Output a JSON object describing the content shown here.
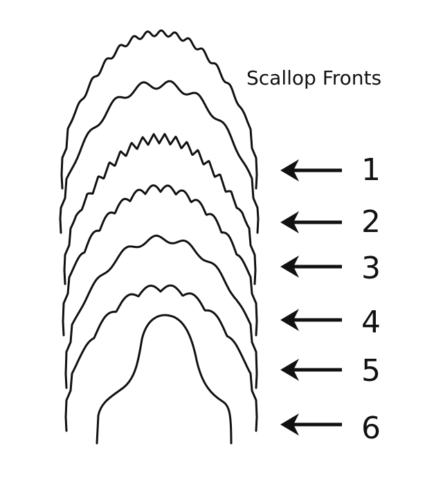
{
  "title": "Scallop Fronts",
  "fronts": [
    {
      "label": "1"
    },
    {
      "label": "2"
    },
    {
      "label": "3"
    },
    {
      "label": "4"
    },
    {
      "label": "5"
    },
    {
      "label": "6"
    }
  ],
  "colors": {
    "stroke": "#111111",
    "background": "#ffffff"
  },
  "icons": {
    "arrow": "left-arrow-icon"
  }
}
